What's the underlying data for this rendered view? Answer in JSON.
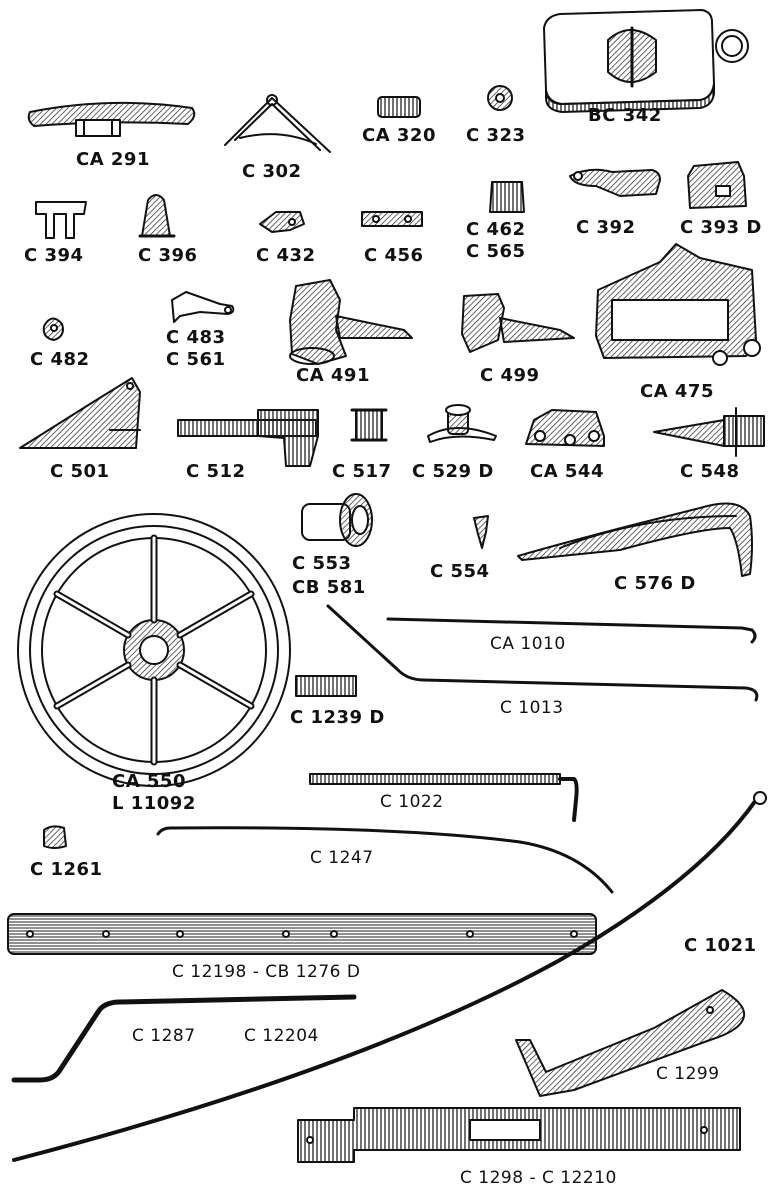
{
  "plate": {
    "parts": [
      {
        "id": "ca291",
        "labels": [
          "CA 291"
        ]
      },
      {
        "id": "c302",
        "labels": [
          "C 302"
        ]
      },
      {
        "id": "ca320",
        "labels": [
          "CA 320"
        ]
      },
      {
        "id": "c323",
        "labels": [
          "C 323"
        ]
      },
      {
        "id": "bc342",
        "labels": [
          "BC 342"
        ]
      },
      {
        "id": "c394",
        "labels": [
          "C 394"
        ]
      },
      {
        "id": "c396",
        "labels": [
          "C 396"
        ]
      },
      {
        "id": "c432",
        "labels": [
          "C 432"
        ]
      },
      {
        "id": "c456",
        "labels": [
          "C 456"
        ]
      },
      {
        "id": "c462",
        "labels": [
          "C 462",
          "C 565"
        ]
      },
      {
        "id": "c392",
        "labels": [
          "C 392"
        ]
      },
      {
        "id": "c393d",
        "labels": [
          "C 393 D"
        ]
      },
      {
        "id": "c482",
        "labels": [
          "C 482"
        ]
      },
      {
        "id": "c483",
        "labels": [
          "C 483",
          "C 561"
        ]
      },
      {
        "id": "ca491",
        "labels": [
          "CA 491"
        ]
      },
      {
        "id": "c499",
        "labels": [
          "C 499"
        ]
      },
      {
        "id": "ca475",
        "labels": [
          "CA 475"
        ]
      },
      {
        "id": "c501",
        "labels": [
          "C 501"
        ]
      },
      {
        "id": "c512",
        "labels": [
          "C 512"
        ]
      },
      {
        "id": "c517",
        "labels": [
          "C 517"
        ]
      },
      {
        "id": "c529d",
        "labels": [
          "C 529 D"
        ]
      },
      {
        "id": "ca544",
        "labels": [
          "CA 544"
        ]
      },
      {
        "id": "c548",
        "labels": [
          "C 548"
        ]
      },
      {
        "id": "c553",
        "labels": [
          "C 553",
          "CB 581"
        ]
      },
      {
        "id": "c554",
        "labels": [
          "C 554"
        ]
      },
      {
        "id": "c576d",
        "labels": [
          "C 576 D"
        ]
      },
      {
        "id": "ca1010",
        "labels": [
          "CA 1010"
        ]
      },
      {
        "id": "c1013",
        "labels": [
          "C 1013"
        ]
      },
      {
        "id": "c1239d",
        "labels": [
          "C 1239 D"
        ]
      },
      {
        "id": "ca550",
        "labels": [
          "CA 550",
          "L 11092"
        ]
      },
      {
        "id": "c1022",
        "labels": [
          "C 1022"
        ]
      },
      {
        "id": "c1261",
        "labels": [
          "C 1261"
        ]
      },
      {
        "id": "c1247",
        "labels": [
          "C 1247"
        ]
      },
      {
        "id": "c1021",
        "labels": [
          "C 1021"
        ]
      },
      {
        "id": "c12198",
        "labels": [
          "C 12198 - CB 1276 D"
        ]
      },
      {
        "id": "c1287",
        "labels": [
          "C 1287",
          "C 12204"
        ]
      },
      {
        "id": "c1299",
        "labels": [
          "C 1299"
        ]
      },
      {
        "id": "c1298",
        "labels": [
          "C 1298 - C 12210"
        ]
      }
    ]
  }
}
